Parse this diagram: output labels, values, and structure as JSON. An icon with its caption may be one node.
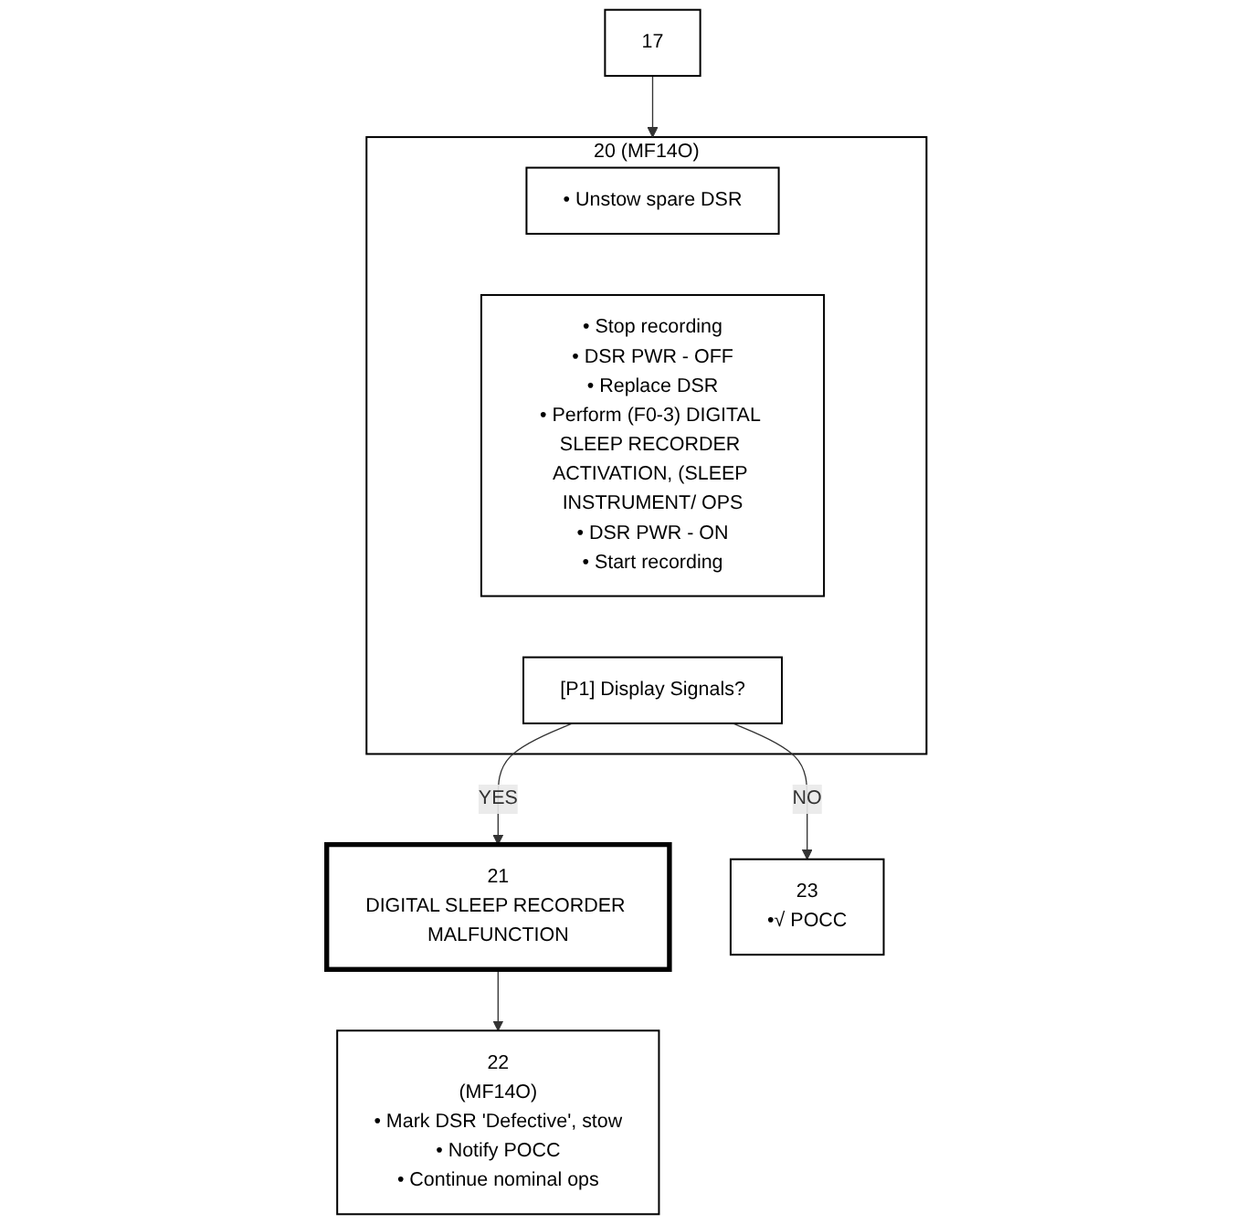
{
  "diagram": {
    "nodes": [
      {
        "text": [
          "17"
        ]
      },
      {
        "text": [
          "20",
          "(MF14O)"
        ]
      },
      {
        "text": [
          "• Unstow spare DSR"
        ],
        "in": 1
      },
      {
        "text": [
          "• Stop recording",
          "• DSR PWR - OFF",
          "• Replace DSR",
          "• Perform (F0-3) DIGITAL SLEEP RECORDER ACTIVATION, (SLEEP INSTRUMENT/ OPS",
          "• DSR PWR - ON",
          "• Start recording"
        ],
        "in": 1
      },
      {
        "text": [
          "[P1] Display Signals?"
        ],
        "in": 1
      },
      {
        "text": [
          "21",
          "DIGITAL SLEEP RECORDER MALFUNCTION"
        ]
      },
      {
        "text": [
          "22",
          "(MF14O)",
          "• Mark DSR 'Defective', stow",
          "• Notify POCC",
          "• Continue nominal ops"
        ]
      },
      {
        "text": [
          "23",
          "•√ POCC"
        ]
      }
    ],
    "edges": [
      {
        "from": 0,
        "to": 1,
        "arrow": "to"
      },
      {
        "from": 4,
        "to": 5,
        "label": "YES",
        "arrow": "to"
      },
      {
        "from": 4,
        "to": 7,
        "label": "NO",
        "arrow": "to"
      },
      {
        "from": 5,
        "to": 6,
        "arrow": "to"
      }
    ]
  }
}
